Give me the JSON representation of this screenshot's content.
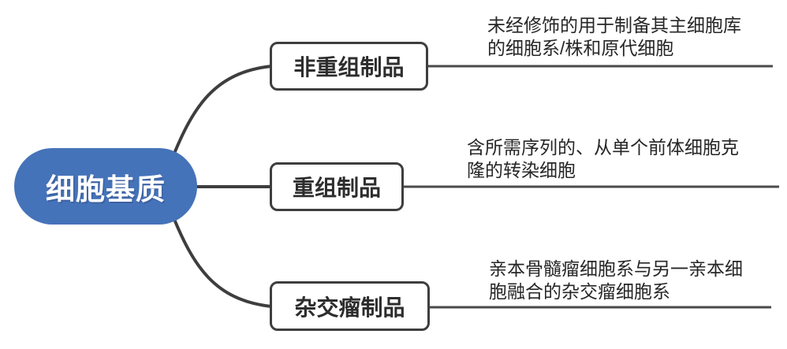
{
  "diagram": {
    "root": {
      "label": "细胞基质"
    },
    "branches": [
      {
        "id": "non-recombinant",
        "label": "非重组制品",
        "description": "未经修饰的用于制备其主细胞库的细胞系/株和原代细胞",
        "description_lines": [
          "未经修饰的用于制备其主细胞库",
          "的细胞系/株和原代细胞"
        ]
      },
      {
        "id": "recombinant",
        "label": "重组制品",
        "description": "含所需序列的、从单个前体细胞克隆的转染细胞",
        "description_lines": [
          "含所需序列的、从单个前体细胞克",
          "隆的转染细胞"
        ]
      },
      {
        "id": "hybridoma",
        "label": "杂交瘤制品",
        "description": "亲本骨髓瘤细胞系与另一亲本细胞融合的杂交瘤细胞系",
        "description_lines": [
          "亲本骨髓瘤细胞系与另一亲本细",
          "胞融合的杂交瘤细胞系"
        ]
      }
    ],
    "colors": {
      "root_fill": "#4573B9",
      "root_text": "#FFFFFF",
      "line": "#3E3E3E",
      "node_border": "#3E3E3E",
      "node_text": "#2D2D2D",
      "description_text": "#262626",
      "background": "#FFFFFF"
    }
  }
}
